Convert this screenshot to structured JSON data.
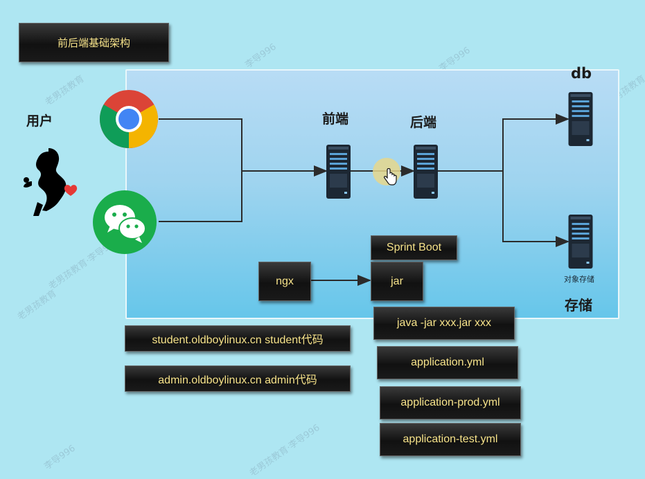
{
  "title": "前后端基础架构",
  "labels": {
    "user": "用户",
    "frontend": "前端",
    "backend": "后端",
    "db": "db",
    "storage_small": "对象存储",
    "storage": "存储"
  },
  "boxes": {
    "sprint_boot": "Sprint Boot",
    "ngx": "ngx",
    "jar": "jar",
    "java_cmd": "java -jar xxx.jar xxx",
    "app_yml": "application.yml",
    "app_prod": "application-prod.yml",
    "app_test": "application-test.yml",
    "student": "student.oldboylinux.cn  student代码",
    "admin": "admin.oldboylinux.cn  admin代码"
  },
  "icons": [
    "chrome-icon",
    "wechat-icon",
    "person-silhouette-icon",
    "server-icon"
  ]
}
